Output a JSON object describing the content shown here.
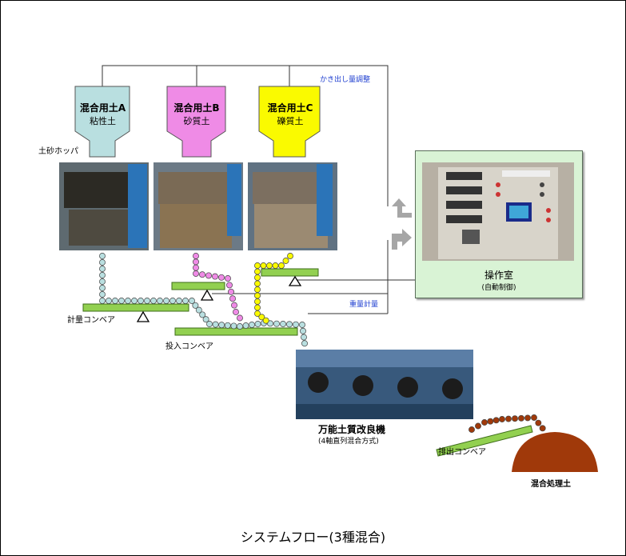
{
  "hoppers": [
    {
      "name": "混合用土A",
      "sub": "粘性土",
      "color": "#b9dfe0"
    },
    {
      "name": "混合用土B",
      "sub": "砂質土",
      "color": "#ef8be6"
    },
    {
      "name": "混合用土C",
      "sub": "礫質土",
      "color": "#fafa00"
    }
  ],
  "labels": {
    "hopper_label": "土砂ホッパ",
    "scraping_label": "かき出し量調整",
    "weighing_label": "重量計量",
    "metering_conveyor": "計量コンベア",
    "input_conveyor": "投入コンベア",
    "machine_name": "万能土質改良機",
    "machine_detail": "(4軸直列混合方式)",
    "discharge_conveyor": "排出コンベア",
    "mixed_soil": "混合処理土",
    "control_room": "操作室",
    "control_mode": "(自動制御)",
    "diagram_title": "システムフロー(3種混合)"
  },
  "colors": {
    "conveyor": "#92d050",
    "bead_a": "#b9dfe0",
    "bead_b": "#ef8be6",
    "bead_c": "#fafa00",
    "bead_out": "#a0390a",
    "mound": "#a0390a",
    "panel_bg": "#d9f3d5",
    "arrow_gray": "#a6a6a6",
    "blue_text": "#1f3fd0"
  },
  "icons": {
    "signal_up": "turn-up-left-arrow-icon",
    "signal_right": "turn-up-right-arrow-icon",
    "scale": "triangle-fulcrum-icon"
  }
}
